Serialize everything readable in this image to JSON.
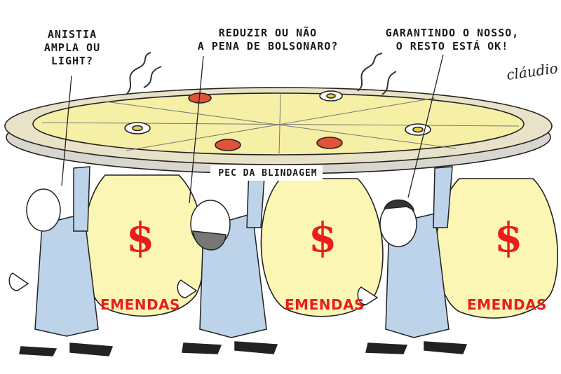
{
  "speech": [
    {
      "id": "left",
      "text": "ANISTIA\nAMPLA OU\nLIGHT?"
    },
    {
      "id": "middle",
      "text": "REDUZIR OU NÃO\nA PENA DE BOLSONARO?"
    },
    {
      "id": "right",
      "text": "GARANTINDO O NOSSO,\nO RESTO ESTÁ OK!"
    }
  ],
  "signature": "cláudio",
  "pizza_label": "PEC DA BLINDAGEM",
  "bags": [
    {
      "symbol": "$",
      "label": "EMENDAS"
    },
    {
      "symbol": "$",
      "label": "EMENDAS"
    },
    {
      "symbol": "$",
      "label": "EMENDAS"
    }
  ],
  "colors": {
    "cheese": "#f6efa6",
    "crust": "#e8e2c8",
    "bag": "#fbf6b3",
    "suit": "#bcd3ea",
    "money": "#e81e1e",
    "pepperoni": "#e0523a"
  }
}
